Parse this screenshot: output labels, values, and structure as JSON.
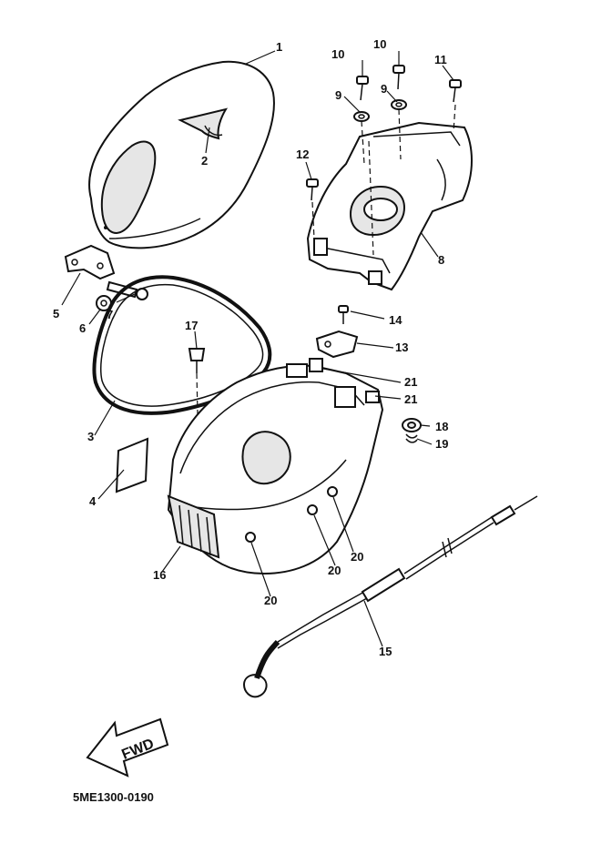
{
  "diagram_code": "5ME1300-0190",
  "fwd_label": "FWD",
  "callouts": {
    "c1": "1",
    "c2": "2",
    "c3": "3",
    "c4": "4",
    "c5": "5",
    "c6": "6",
    "c7": "7",
    "c8": "8",
    "c9a": "9",
    "c9b": "9",
    "c10a": "10",
    "c10b": "10",
    "c11": "11",
    "c12": "12",
    "c13": "13",
    "c14": "14",
    "c15": "15",
    "c16": "16",
    "c17": "17",
    "c18": "18",
    "c19": "19",
    "c20a": "20",
    "c20b": "20",
    "c20c": "20",
    "c21a": "21",
    "c21b": "21"
  },
  "parts": {
    "seat": "seat",
    "logo": "emblem",
    "seal": "seal-gasket",
    "label": "label",
    "hinge": "hinge",
    "nut": "nut",
    "bolt": "bolt",
    "rear_cover": "rear-cover",
    "washer": "washer",
    "screw": "screw",
    "bracket": "bracket",
    "cable": "seat-lock-cable",
    "storage_box": "storage-box",
    "clip": "clip",
    "collar": "collar",
    "grommet": "grommet"
  }
}
